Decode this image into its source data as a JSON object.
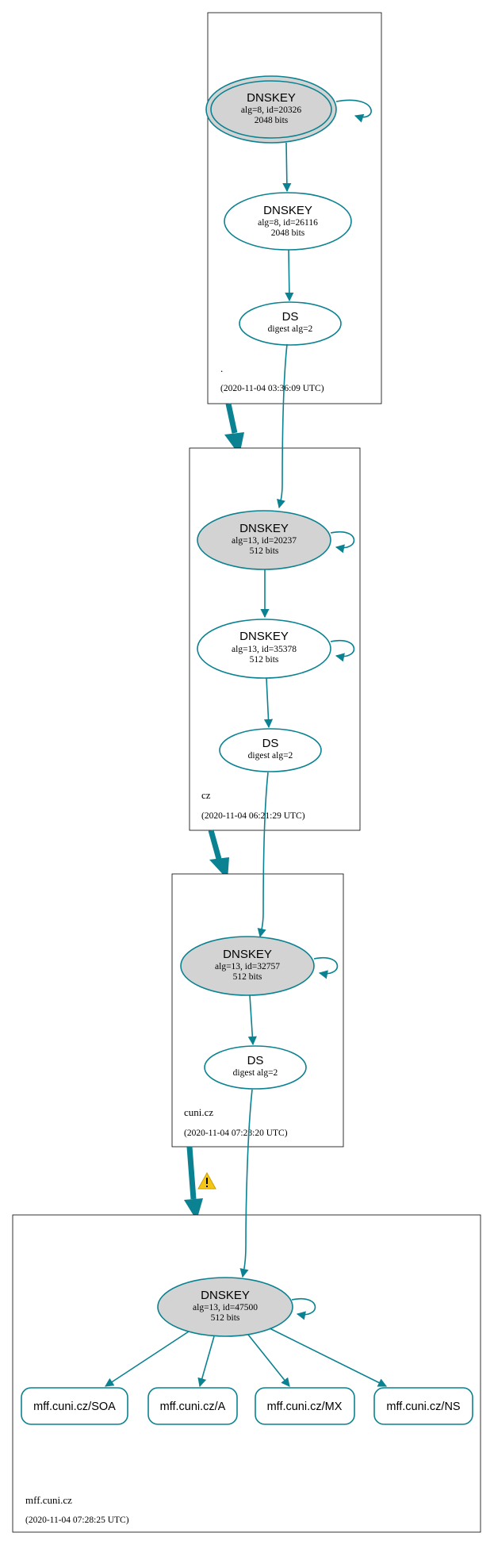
{
  "zones": {
    "root": {
      "name": ".",
      "timestamp": "(2020-11-04 03:36:09 UTC)",
      "ksk": {
        "title": "DNSKEY",
        "sub1": "alg=8, id=20326",
        "sub2": "2048 bits"
      },
      "zsk": {
        "title": "DNSKEY",
        "sub1": "alg=8, id=26116",
        "sub2": "2048 bits"
      },
      "ds": {
        "title": "DS",
        "sub1": "digest alg=2"
      }
    },
    "cz": {
      "name": "cz",
      "timestamp": "(2020-11-04 06:21:29 UTC)",
      "ksk": {
        "title": "DNSKEY",
        "sub1": "alg=13, id=20237",
        "sub2": "512 bits"
      },
      "zsk": {
        "title": "DNSKEY",
        "sub1": "alg=13, id=35378",
        "sub2": "512 bits"
      },
      "ds": {
        "title": "DS",
        "sub1": "digest alg=2"
      }
    },
    "cuni": {
      "name": "cuni.cz",
      "timestamp": "(2020-11-04 07:28:20 UTC)",
      "ksk": {
        "title": "DNSKEY",
        "sub1": "alg=13, id=32757",
        "sub2": "512 bits"
      },
      "ds": {
        "title": "DS",
        "sub1": "digest alg=2"
      }
    },
    "mff": {
      "name": "mff.cuni.cz",
      "timestamp": "(2020-11-04 07:28:25 UTC)",
      "ksk": {
        "title": "DNSKEY",
        "sub1": "alg=13, id=47500",
        "sub2": "512 bits"
      },
      "rrsets": [
        "mff.cuni.cz/SOA",
        "mff.cuni.cz/A",
        "mff.cuni.cz/MX",
        "mff.cuni.cz/NS"
      ]
    }
  },
  "colors": {
    "edge": "#0a8291",
    "ksk_fill": "#d3d3d3",
    "warning": "#f5c518"
  },
  "icons": {
    "delegation_warning": "warning-triangle-icon"
  }
}
